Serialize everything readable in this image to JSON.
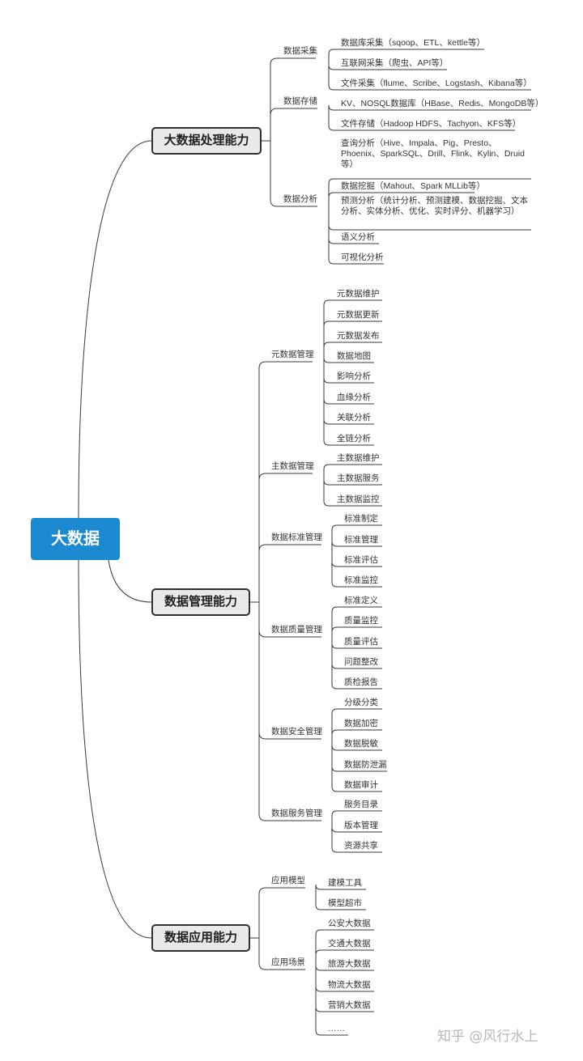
{
  "root": "大数据",
  "branches": [
    {
      "label": "大数据处理能力",
      "children": [
        {
          "label": "数据采集",
          "leaves": [
            "数据库采集（sqoop、ETL、kettle等）",
            "互联网采集（爬虫、API等）",
            "文件采集（flume、Scribe、Logstash、Kibana等）"
          ]
        },
        {
          "label": "数据存储",
          "leaves": [
            "KV、NOSQL数据库（HBase、Redis、MongoDB等）",
            "文件存储（Hadoop HDFS、Tachyon、KFS等）"
          ]
        },
        {
          "label": "数据分析",
          "leaves": [
            "查询分析（Hive、Impala、Pig、Presto、Phoenix、SparkSQL、Drill、Flink、Kylin、Druid等）",
            "数据挖掘（Mahout、Spark MLLib等）",
            "预测分析（统计分析、预测建模、数据挖掘、文本分析、实体分析、优化、实时评分、机器学习）",
            "语义分析",
            "可视化分析"
          ]
        }
      ]
    },
    {
      "label": "数据管理能力",
      "children": [
        {
          "label": "元数据管理",
          "leaves": [
            "元数据维护",
            "元数据更新",
            "元数据发布",
            "数据地图",
            "影响分析",
            "血缘分析",
            "关联分析",
            "全链分析"
          ]
        },
        {
          "label": "主数据管理",
          "leaves": [
            "主数据维护",
            "主数据服务",
            "主数据监控"
          ]
        },
        {
          "label": "数据标准管理",
          "leaves": [
            "标准制定",
            "标准管理",
            "标准评估",
            "标准监控"
          ]
        },
        {
          "label": "数据质量管理",
          "leaves": [
            "标准定义",
            "质量监控",
            "质量评估",
            "问题整改",
            "质检报告"
          ]
        },
        {
          "label": "数据安全管理",
          "leaves": [
            "分级分类",
            "数据加密",
            "数据脱敏",
            "数据防泄漏",
            "数据审计"
          ]
        },
        {
          "label": "数据服务管理",
          "leaves": [
            "服务目录",
            "版本管理",
            "资源共享"
          ]
        }
      ]
    },
    {
      "label": "数据应用能力",
      "children": [
        {
          "label": "应用模型",
          "leaves": [
            "建模工具",
            "模型超市"
          ]
        },
        {
          "label": "应用场景",
          "leaves": [
            "公安大数据",
            "交通大数据",
            "旅游大数据",
            "物流大数据",
            "营销大数据",
            "……"
          ]
        }
      ]
    }
  ],
  "watermark": "知乎 @风行水上"
}
